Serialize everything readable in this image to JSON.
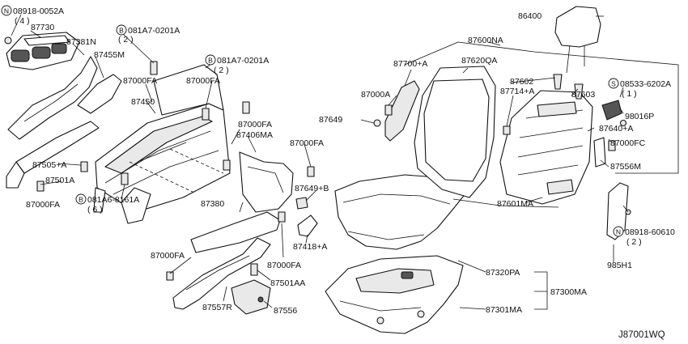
{
  "diagram_code": "J87001WQ",
  "labels": {
    "l_08918_0052A": "08918-0052A",
    "l_4": "( 4 )",
    "l_87730": "87730",
    "l_87381N": "87381N",
    "l_081A7_0201A_1": "081A7-0201A",
    "l_2_1": "( 2 )",
    "l_87455M": "87455M",
    "l_081A7_0201A_2": "081A7-0201A",
    "l_2_2": "( 2 )",
    "l_87000FA_1": "87000FA",
    "l_87000FA_2": "87000FA",
    "l_87450": "87450",
    "l_87000FA_3": "87000FA",
    "l_87406MA": "87406MA",
    "l_87000FA_4": "87000FA",
    "l_87505A": "87505+A",
    "l_87501A": "87501A",
    "l_87000FA_5": "87000FA",
    "l_081A6_8161A": "081A6-8161A",
    "l_6": "( 6 )",
    "l_87649B": "87649+B",
    "l_87380": "87380",
    "l_87418A": "87418+A",
    "l_87000FA_6": "87000FA",
    "l_87000FA_7": "87000FA",
    "l_87501AA": "87501AA",
    "l_87557R": "87557R",
    "l_87556": "87556",
    "l_86400": "86400",
    "l_87600NA": "87600NA",
    "l_87700A": "87700+A",
    "l_87620QA": "87620QA",
    "l_87000A": "87000A",
    "l_87649": "87649",
    "l_87602": "87602",
    "l_87714A": "87714+A",
    "l_87603": "87603",
    "l_08533_6202A": "08533-6202A",
    "l_1a": "( 1 )",
    "l_98016P": "98016P",
    "l_87640A": "87640+A",
    "l_87000FC": "87000FC",
    "l_87556M": "87556M",
    "l_87601MA": "87601MA",
    "l_08918_60610": "08918-60610",
    "l_2_3": "( 2 )",
    "l_985H1": "985H1",
    "l_87320PA": "87320PA",
    "l_87300MA": "87300MA",
    "l_87301MA": "87301MA"
  },
  "circle_letters": {
    "n": "N",
    "b": "B",
    "s": "S"
  }
}
